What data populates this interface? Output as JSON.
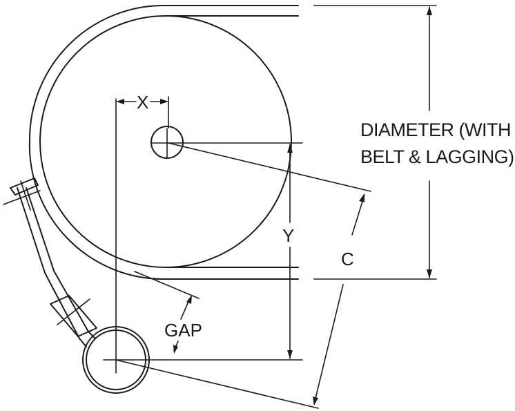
{
  "diagram": {
    "labels": {
      "x": "X",
      "y": "Y",
      "c": "C",
      "gap": "GAP",
      "diameter_line1": "DIAMETER (WITH",
      "diameter_line2": "BELT & LAGGING)"
    }
  }
}
